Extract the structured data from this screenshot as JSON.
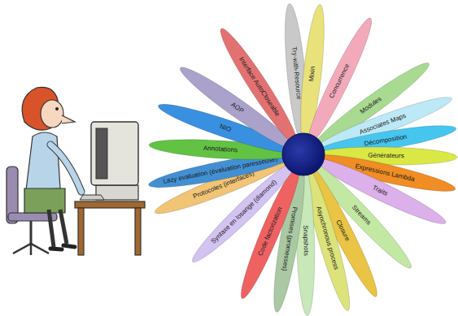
{
  "diagram": {
    "nodes": [
      {
        "text": [
          "Try-with-Resource"
        ]
      },
      {
        "text": [
          "Mixin"
        ]
      },
      {
        "text": [
          "Concurrence"
        ]
      },
      {
        "text": [
          "Modules"
        ]
      },
      {
        "text": [
          "Associates Maps"
        ]
      },
      {
        "text": [
          "Décomposition"
        ]
      },
      {
        "text": [
          "Générateurs"
        ]
      },
      {
        "text": [
          "Expressions Lambda"
        ]
      },
      {
        "text": [
          "Traits"
        ]
      },
      {
        "text": [
          "Streams"
        ]
      },
      {
        "text": [
          "Closure"
        ]
      },
      {
        "text": [
          "Asynchronous process"
        ]
      },
      {
        "text": [
          "Snapshots"
        ]
      },
      {
        "text": [
          "Promises (promesses)"
        ]
      },
      {
        "text": [
          "Code factorization"
        ]
      },
      {
        "text": [
          "Syntaxe en losange (diamond)"
        ]
      },
      {
        "text": [
          "Protocoles (interfaces)"
        ]
      },
      {
        "text": [
          "Lazy evaluation (évaluation paresseuse)"
        ]
      },
      {
        "text": [
          "Annotations"
        ]
      },
      {
        "text": [
          "NIO"
        ]
      },
      {
        "text": [
          "AOP"
        ]
      },
      {
        "text": [
          "Interface AutoCloseable"
        ]
      }
    ]
  }
}
